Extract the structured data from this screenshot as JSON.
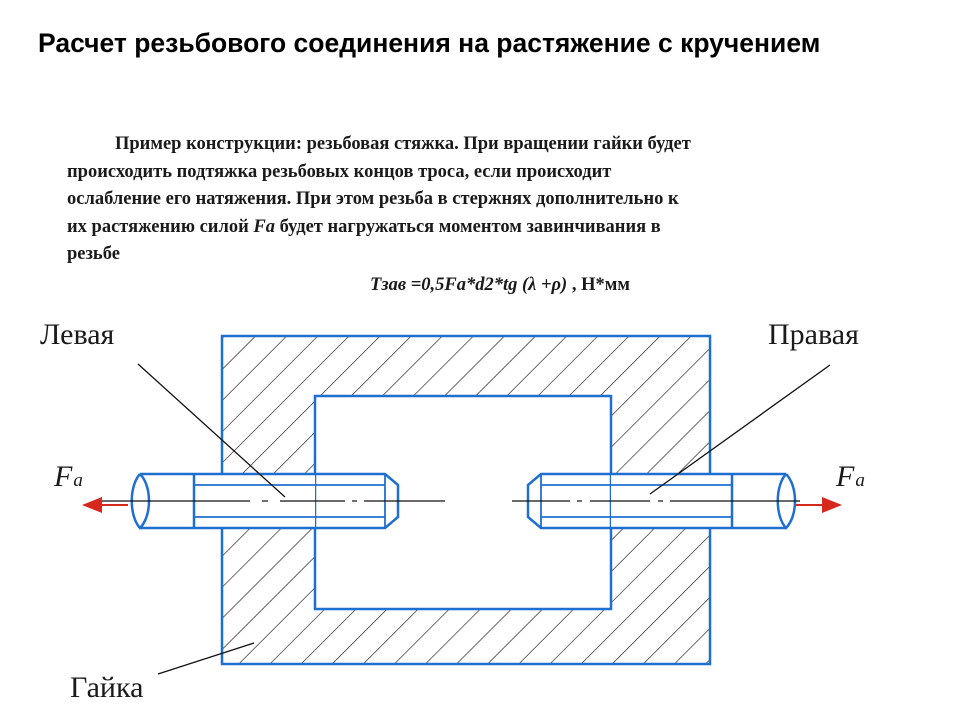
{
  "title": "Расчет резьбового соединения на растяжение с кручением",
  "paragraph": {
    "line1": "Пример конструкции: резьбовая стяжка. При вращении гайки будет",
    "line2": "происходить подтяжка резьбовых концов троса, если происходит",
    "line3": "ослабление его натяжения. При этом резьба в стержнях дополнительно к",
    "line4_before": "их растяжению силой ",
    "line4_symbol": "Fa",
    "line4_after": " будет нагружаться моментом завинчивания в",
    "line5": "резьбе"
  },
  "formula": {
    "expression": "Тзав =0,5Fa*d2*tg (λ +ρ)",
    "units": ", Н*мм"
  },
  "diagram": {
    "labels": {
      "left": "Левая",
      "right": "Правая",
      "nut": "Гайка"
    },
    "force_left": {
      "base": "F",
      "sub": "a"
    },
    "force_right": {
      "base": "F",
      "sub": "a"
    },
    "colors": {
      "part_outline": "#1f6fd1",
      "force_arrow": "#d7281e",
      "leader": "#111111"
    }
  }
}
